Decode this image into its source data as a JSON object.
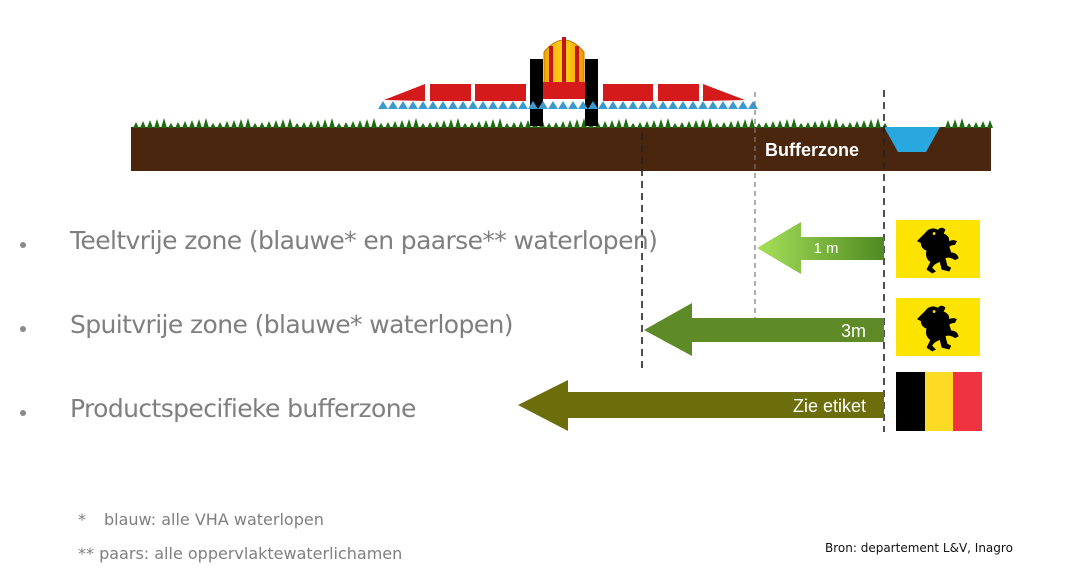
{
  "diagram": {
    "zone_label": "Bufferzone",
    "rows": [
      {
        "label": "Teeltvrije zone (blauwe* en paarse** waterlopen)",
        "arrow_text": "1 m",
        "arrow_color": "#8dcc45",
        "flag": "flanders-lion-flag"
      },
      {
        "label": "Spuitvrije zone (blauwe* waterlopen)",
        "arrow_text": "3m",
        "arrow_color": "#5e8a28",
        "flag": "flanders-lion-flag"
      },
      {
        "label": "Productspecifieke bufferzone",
        "arrow_text": "Zie etiket",
        "arrow_color": "#6b6e0a",
        "flag": "belgium-flag"
      }
    ],
    "footnotes": [
      {
        "mark": "*",
        "text": "blauw: alle VHA waterlopen"
      },
      {
        "mark": "**",
        "text": "paars: alle oppervlaktewaterlichamen"
      }
    ],
    "source": "Bron: departement L&V, Inagro"
  },
  "colors": {
    "soil": "#4a260f",
    "grass": "#1e6b12",
    "water": "#29a8e0",
    "sprayer": "#d41a1a",
    "bullet_text": "#7f7f7f",
    "flag_yellow": "#fde400",
    "be_black": "#000000",
    "be_yellow": "#fdda24",
    "be_red": "#ef3340"
  }
}
